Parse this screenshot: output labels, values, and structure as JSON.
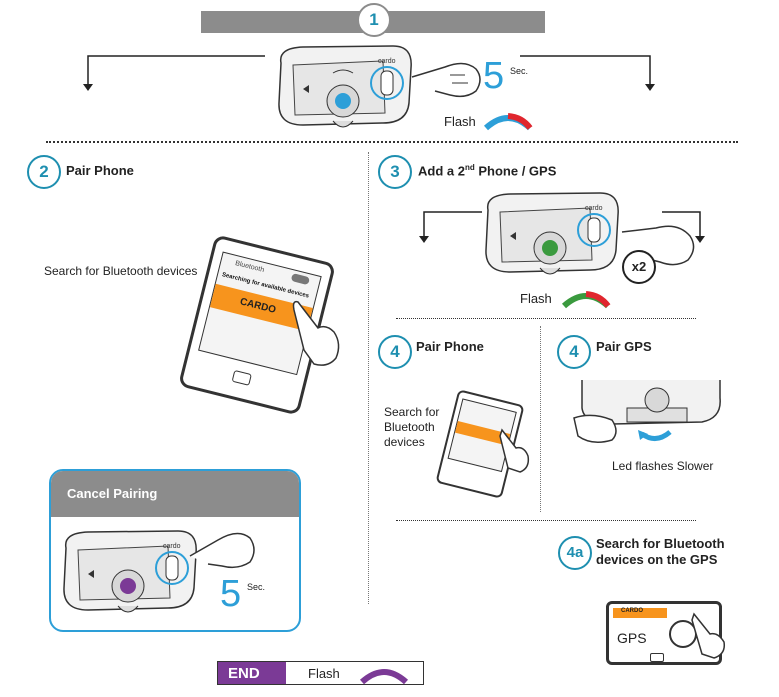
{
  "step1": {
    "number": "1",
    "seconds": "5",
    "sec_unit": "Sec.",
    "flash_label": "Flash"
  },
  "step2": {
    "number": "2",
    "title": "Pair Phone",
    "instruction": "Search for Bluetooth devices",
    "phone": {
      "header": "Bluetooth",
      "searching": "Searching for available devices",
      "device": "CARDO"
    }
  },
  "step3": {
    "number": "3",
    "title_prefix": "Add a 2",
    "title_sup": "nd",
    "title_suffix": " Phone / GPS",
    "times": "x2",
    "flash_label": "Flash"
  },
  "step4_phone": {
    "number": "4",
    "title": "Pair Phone",
    "instruction": "Search for Bluetooth devices"
  },
  "step4_gps": {
    "number": "4",
    "title": "Pair GPS",
    "caption": "Led flashes Slower"
  },
  "step4a": {
    "number": "4a",
    "title": "Search for Bluetooth devices on the GPS",
    "gps": {
      "device": "CARDO",
      "label": "GPS"
    }
  },
  "cancel": {
    "title": "Cancel Pairing",
    "seconds": "5",
    "sec_unit": "Sec."
  },
  "end": {
    "label": "END",
    "flash_label": "Flash"
  },
  "colors": {
    "accent": "#1e8fb0",
    "flash_blue": "#2d9fd8",
    "flash_red": "#e0262e",
    "flash_green": "#3a9a3e",
    "end_purple": "#7b3a96",
    "banner_gray": "#8c8c8c",
    "orange": "#f7941d"
  }
}
